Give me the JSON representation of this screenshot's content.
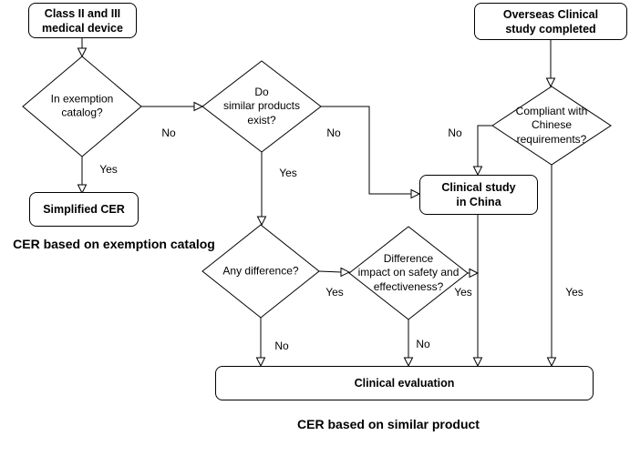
{
  "diagram": {
    "type": "flowchart",
    "nodes": {
      "start_device": "Class II and III\nmedical device",
      "overseas_study": "Overseas Clinical\nstudy completed",
      "exemption_catalog": "In exemption\ncatalog?",
      "similar_products": "Do\nsimilar products\nexist?",
      "compliant_chinese": "Compliant with\nChinese\nrequirements?",
      "simplified_cer": "Simplified CER",
      "clinical_study_china": "Clinical study\nin China",
      "any_difference": "Any difference?",
      "difference_impact": "Difference\nimpact on safety and\neffectiveness?",
      "clinical_evaluation": "Clinical evaluation"
    },
    "edge_labels": {
      "exemption_no": "No",
      "exemption_yes": "Yes",
      "similar_no": "No",
      "similar_yes": "Yes",
      "any_difference_yes": "Yes",
      "any_difference_no": "No",
      "impact_yes": "Yes",
      "impact_no": "No",
      "compliant_no": "No",
      "compliant_yes": "Yes"
    },
    "captions": {
      "exemption_path": "CER based on exemption catalog",
      "similar_path": "CER based on similar product"
    },
    "colors": {
      "stroke": "#000000",
      "node_fill": "#ffffff",
      "background": "#ffffff",
      "text": "#000000"
    }
  }
}
